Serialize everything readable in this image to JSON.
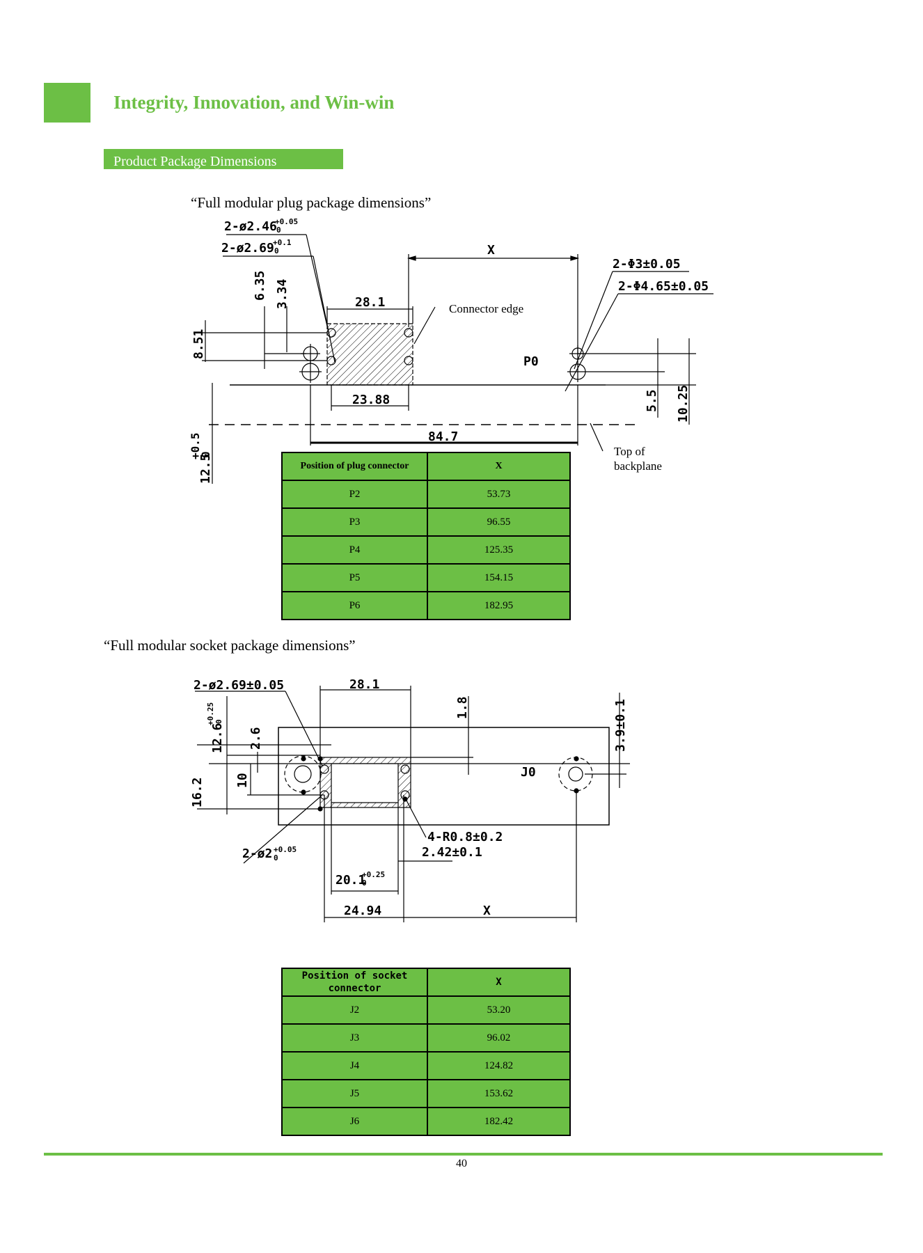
{
  "header": {
    "title": "Integrity, Innovation, and Win-win",
    "section_label": "Product Package Dimensions"
  },
  "plug": {
    "caption": "“Full modular plug package dimensions”",
    "labels": {
      "hole1": "2-ø2.46",
      "hole1_tol": "+0.05",
      "hole1_tol_low": "0",
      "hole2": "2-ø2.69",
      "hole2_tol": "+0.1",
      "hole2_tol_low": "0",
      "x": "X",
      "phi3": "2-Φ3±0.05",
      "phi465": "2-Φ4.65±0.05",
      "d281": "28.1",
      "connector_edge": "Connector edge",
      "d635": "6.35",
      "d334": "3.34",
      "d851": "8.51",
      "p0": "P0",
      "d2388": "23.88",
      "d55": "5.5",
      "d1025": "10.25",
      "d847": "84.7",
      "d125": "12.5",
      "d125_tol_up": "+0.5",
      "d125_tol_low": "0",
      "top_of": "Top of",
      "backplane": "backplane"
    },
    "table": {
      "col1": "Position of plug connector",
      "col2": "X",
      "rows": [
        {
          "pos": "P2",
          "x": "53.73"
        },
        {
          "pos": "P3",
          "x": "96.55"
        },
        {
          "pos": "P4",
          "x": "125.35"
        },
        {
          "pos": "P5",
          "x": "154.15"
        },
        {
          "pos": "P6",
          "x": "182.95"
        }
      ]
    }
  },
  "socket": {
    "caption": "“Full modular socket package dimensions”",
    "labels": {
      "hole": "2-ø2.69±0.05",
      "d281": "28.1",
      "d18": "1.8",
      "d39": "3.9±0.1",
      "d126": "12.6",
      "d126_tol": "+0.25",
      "d126_tol_low": "0",
      "d26": "2.6",
      "d162": "16.2",
      "d10": "10",
      "j0": "J0",
      "r08": "4-R0.8±0.2",
      "d242": "2.42±0.1",
      "phi2": "2-ø2",
      "phi2_tol": "+0.05",
      "phi2_tol_low": "0",
      "d201": "20.1",
      "d201_tol": "+0.25",
      "d201_tol_low": "0",
      "d2494": "24.94",
      "x": "X"
    },
    "table": {
      "col1": "Position of socket connector",
      "col2": "X",
      "rows": [
        {
          "pos": "J2",
          "x": "53.20"
        },
        {
          "pos": "J3",
          "x": "96.02"
        },
        {
          "pos": "J4",
          "x": "124.82"
        },
        {
          "pos": "J5",
          "x": "153.62"
        },
        {
          "pos": "J6",
          "x": "182.42"
        }
      ]
    }
  },
  "footer": {
    "page_number": "40"
  },
  "colors": {
    "accent": "#6cbf45"
  }
}
